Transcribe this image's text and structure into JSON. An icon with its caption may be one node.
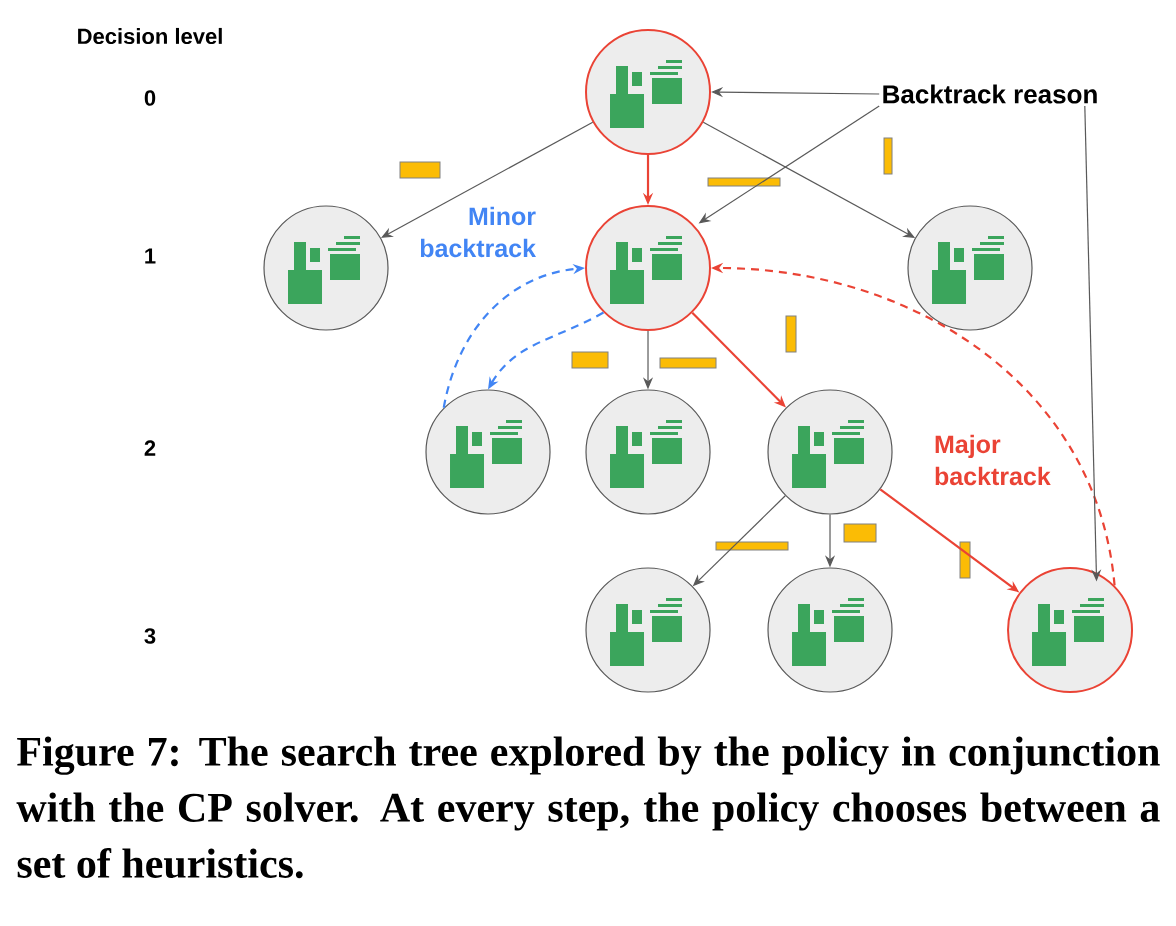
{
  "diagram": {
    "caption": "Figure 7: The search tree explored by the policy in conjunction with the CP solver. At every step, the policy chooses between a set of heuristics.",
    "nodes": [
      {
        "text": [],
        "shape": "circle"
      },
      {
        "text": [],
        "shape": "circle"
      },
      {
        "text": [],
        "shape": "circle"
      },
      {
        "text": [],
        "shape": "circle"
      },
      {
        "text": [],
        "shape": "circle"
      },
      {
        "text": [],
        "shape": "circle"
      },
      {
        "text": [],
        "shape": "circle"
      },
      {
        "text": [],
        "shape": "circle"
      },
      {
        "text": [],
        "shape": "circle"
      },
      {
        "text": [],
        "shape": "circle"
      },
      {
        "text": [
          "Backtrack reason"
        ]
      }
    ],
    "edges": [
      {
        "from": 0,
        "to": 1,
        "arrow": "to"
      },
      {
        "from": 0,
        "to": 2,
        "arrow": "to",
        "color": "#ea4335"
      },
      {
        "from": 0,
        "to": 3,
        "arrow": "to"
      },
      {
        "from": 2,
        "to": 5,
        "arrow": "to"
      },
      {
        "from": 2,
        "to": 6,
        "arrow": "to",
        "color": "#ea4335"
      },
      {
        "from": 6,
        "to": 7,
        "arrow": "to"
      },
      {
        "from": 6,
        "to": 8,
        "arrow": "to"
      },
      {
        "from": 6,
        "to": 9,
        "arrow": "to",
        "color": "#ea4335"
      },
      {
        "from": 4,
        "to": 2,
        "arrow": "to",
        "style": "dashed",
        "color": "#4285f4"
      },
      {
        "from": 2,
        "to": 4,
        "arrow": "to",
        "style": "dashed",
        "color": "#4285f4"
      },
      {
        "from": 9,
        "to": 2,
        "arrow": "to",
        "style": "dashed",
        "color": "#ea4335"
      },
      {
        "from": 10,
        "to": 0,
        "arrow": "to"
      },
      {
        "from": 10,
        "to": 2,
        "arrow": "to"
      },
      {
        "from": 10,
        "to": 9,
        "arrow": "to"
      }
    ],
    "labels": [
      "Decision level",
      "0",
      "1",
      "2",
      "3",
      "Minor backtrack",
      "Major backtrack"
    ]
  }
}
